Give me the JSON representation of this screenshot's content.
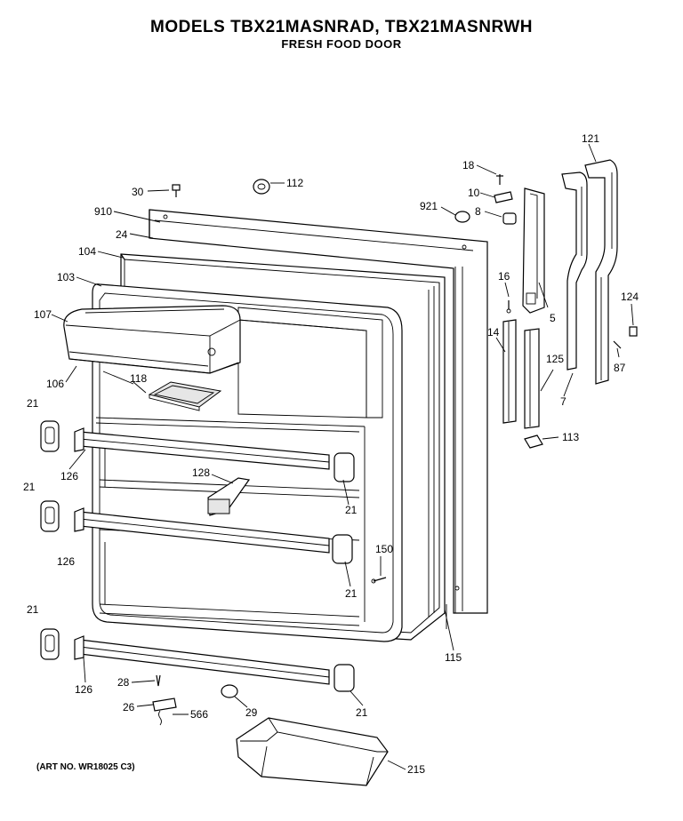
{
  "header": {
    "title": "MODELS TBX21MASNRAD, TBX21MASNRWH",
    "subtitle": "FRESH FOOD DOOR"
  },
  "footer": {
    "art_number": "(ART NO. WR18025 C3)"
  },
  "callouts": [
    {
      "id": "c121",
      "label": "121"
    },
    {
      "id": "c18",
      "label": "18"
    },
    {
      "id": "c112",
      "label": "112"
    },
    {
      "id": "c30",
      "label": "30"
    },
    {
      "id": "c10",
      "label": "10"
    },
    {
      "id": "c921",
      "label": "921"
    },
    {
      "id": "c8",
      "label": "8"
    },
    {
      "id": "c910",
      "label": "910"
    },
    {
      "id": "c24",
      "label": "24"
    },
    {
      "id": "c104",
      "label": "104"
    },
    {
      "id": "c103",
      "label": "103"
    },
    {
      "id": "c16",
      "label": "16"
    },
    {
      "id": "c124",
      "label": "124"
    },
    {
      "id": "c107",
      "label": "107"
    },
    {
      "id": "c5",
      "label": "5"
    },
    {
      "id": "c14",
      "label": "14"
    },
    {
      "id": "c125",
      "label": "125"
    },
    {
      "id": "c87",
      "label": "87"
    },
    {
      "id": "c118",
      "label": "118"
    },
    {
      "id": "c106",
      "label": "106"
    },
    {
      "id": "c7",
      "label": "7"
    },
    {
      "id": "c21a",
      "label": "21"
    },
    {
      "id": "c113",
      "label": "113"
    },
    {
      "id": "c126a",
      "label": "126"
    },
    {
      "id": "c128",
      "label": "128"
    },
    {
      "id": "c21b",
      "label": "21"
    },
    {
      "id": "c21c",
      "label": "21"
    },
    {
      "id": "c126b",
      "label": "126"
    },
    {
      "id": "c150",
      "label": "150"
    },
    {
      "id": "c21d",
      "label": "21"
    },
    {
      "id": "c21e",
      "label": "21"
    },
    {
      "id": "c115",
      "label": "115"
    },
    {
      "id": "c28",
      "label": "28"
    },
    {
      "id": "c126c",
      "label": "126"
    },
    {
      "id": "c26",
      "label": "26"
    },
    {
      "id": "c566",
      "label": "566"
    },
    {
      "id": "c29",
      "label": "29"
    },
    {
      "id": "c21f",
      "label": "21"
    },
    {
      "id": "c215",
      "label": "215"
    }
  ]
}
